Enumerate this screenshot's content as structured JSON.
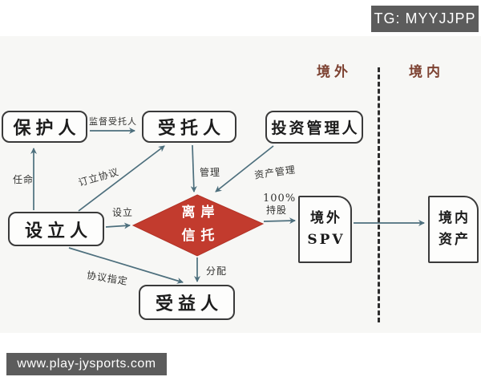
{
  "watermarks": {
    "telegram": "TG: MYYJJPP",
    "website": "www.play-jysports.com"
  },
  "regions": {
    "offshore": "境外",
    "onshore": "境内"
  },
  "nodes": {
    "protector": {
      "label": "保护人"
    },
    "trustee": {
      "label": "受托人"
    },
    "investment_manager": {
      "label": "投资管理人"
    },
    "settlor": {
      "label": "设立人"
    },
    "beneficiary": {
      "label": "受益人"
    },
    "offshore_trust": {
      "shape": "diamond",
      "line1": "离岸",
      "line2": "信托"
    },
    "offshore_spv": {
      "line1": "境外",
      "line2": "SPV"
    },
    "domestic_assets": {
      "line1": "境内",
      "line2": "资产"
    }
  },
  "edges": {
    "supervise_trustee": {
      "label": "监督受托人",
      "from": "protector",
      "to": "trustee"
    },
    "appoint": {
      "label": "任命",
      "from": "settlor",
      "to": "protector"
    },
    "conclude_agreement": {
      "label": "订立协议",
      "from": "settlor",
      "to": "trustee"
    },
    "establish": {
      "label": "设立",
      "from": "settlor",
      "to": "offshore_trust"
    },
    "manage": {
      "label": "管理",
      "from": "trustee",
      "to": "offshore_trust"
    },
    "asset_management": {
      "label": "资产管理",
      "from": "investment_manager",
      "to": "offshore_trust"
    },
    "shareholding": {
      "label_line1": "100%",
      "label_line2": "持股",
      "from": "offshore_trust",
      "to": "offshore_spv"
    },
    "distribute": {
      "label": "分配",
      "from": "offshore_trust",
      "to": "beneficiary"
    },
    "agreement_designate": {
      "label": "协议指定",
      "from": "settlor",
      "to": "beneficiary"
    },
    "spv_holds_assets": {
      "label": "",
      "from": "offshore_spv",
      "to": "domestic_assets"
    }
  },
  "colors": {
    "diamond_fill": "#c23b2e",
    "arrow_line": "#4d6f7d",
    "region_label": "#7d4232",
    "badge_background": "#5c5c5c",
    "box_border": "#3a3a3a"
  }
}
